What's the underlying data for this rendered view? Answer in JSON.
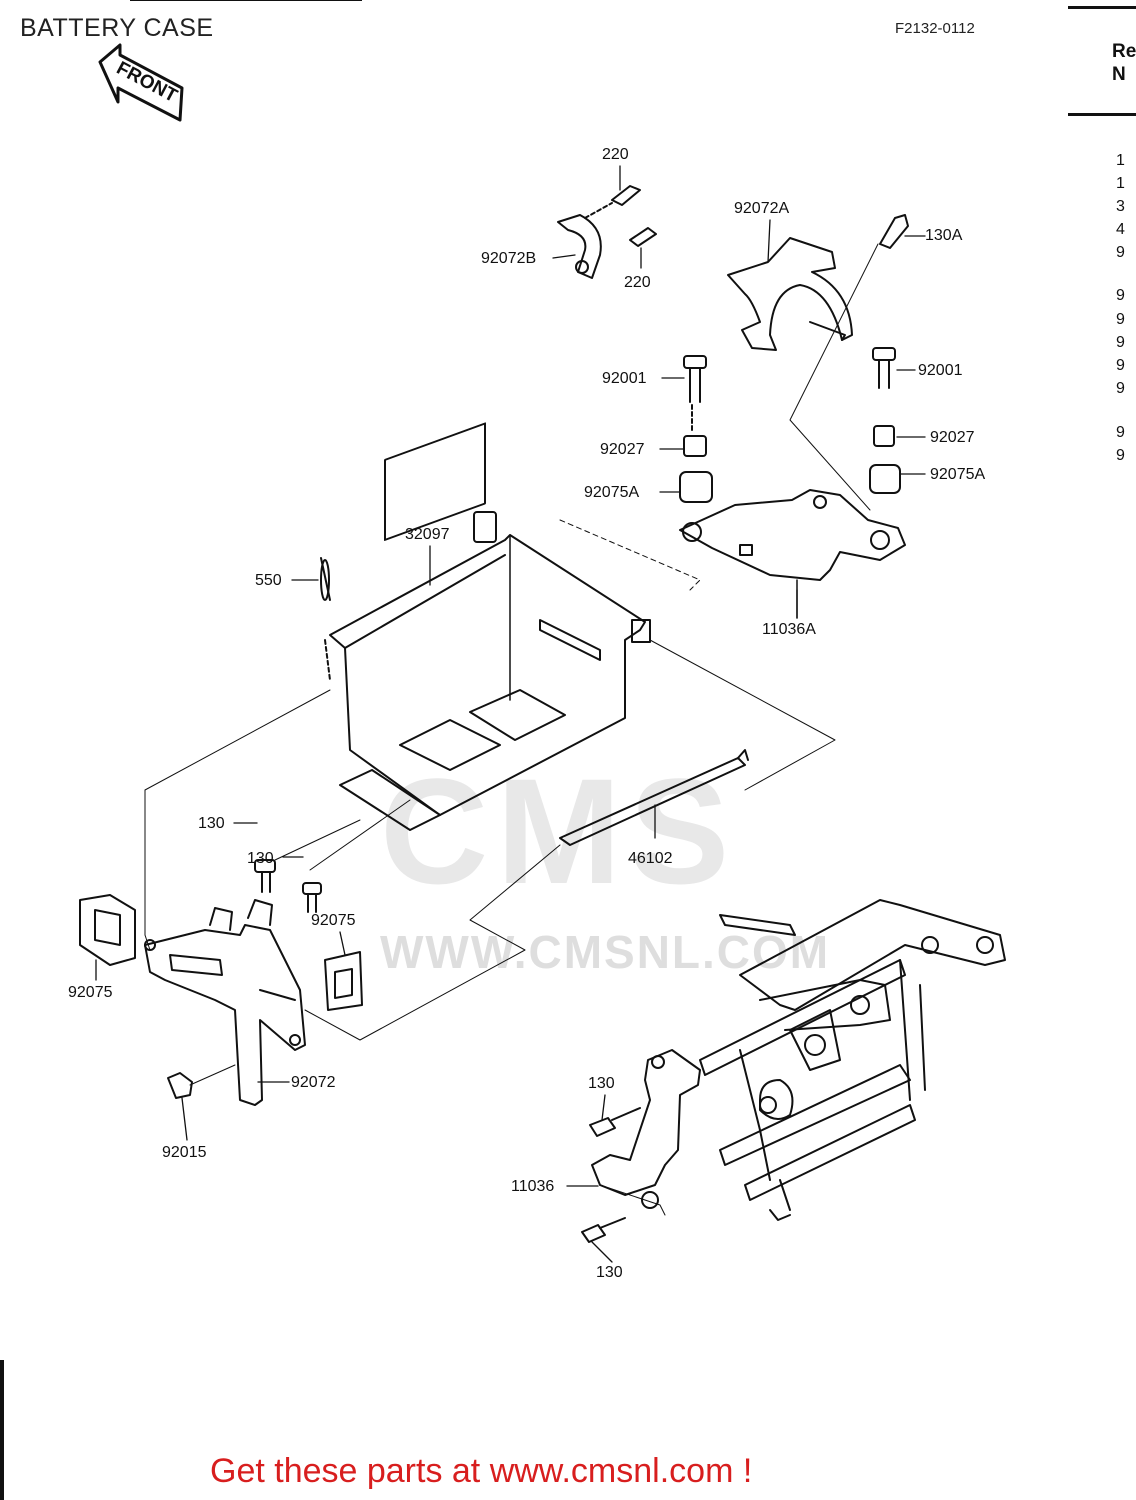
{
  "header": {
    "title": "BATTERY CASE",
    "figure_ref": "F2132-0112",
    "front_arrow_label": "FRONT"
  },
  "side_table": {
    "heading_lines": [
      "Re",
      "N"
    ],
    "row_fragments": [
      "1",
      "1",
      "3",
      "4",
      "9",
      "9",
      "9",
      "9",
      "9",
      "9",
      "9",
      "9"
    ]
  },
  "callouts": [
    {
      "id": "c220a",
      "label": "220"
    },
    {
      "id": "c92072b",
      "label": "92072B"
    },
    {
      "id": "c220b",
      "label": "220"
    },
    {
      "id": "c92072a",
      "label": "92072A"
    },
    {
      "id": "c130a",
      "label": "130A"
    },
    {
      "id": "c92001l",
      "label": "92001"
    },
    {
      "id": "c92001r",
      "label": "92001"
    },
    {
      "id": "c92027l",
      "label": "92027"
    },
    {
      "id": "c92027r",
      "label": "92027"
    },
    {
      "id": "c92075al",
      "label": "92075A"
    },
    {
      "id": "c92075ar",
      "label": "92075A"
    },
    {
      "id": "c32097",
      "label": "32097"
    },
    {
      "id": "c550",
      "label": "550"
    },
    {
      "id": "c11036a",
      "label": "11036A"
    },
    {
      "id": "c130l1",
      "label": "130"
    },
    {
      "id": "c130l2",
      "label": "130"
    },
    {
      "id": "c46102",
      "label": "46102"
    },
    {
      "id": "c92075r",
      "label": "92075"
    },
    {
      "id": "c92075l",
      "label": "92075"
    },
    {
      "id": "c92072",
      "label": "92072"
    },
    {
      "id": "c92015",
      "label": "92015"
    },
    {
      "id": "c130b1",
      "label": "130"
    },
    {
      "id": "c11036",
      "label": "11036"
    },
    {
      "id": "c130b2",
      "label": "130"
    }
  ],
  "watermark": {
    "logo": "CMS",
    "url": "WWW.CMSNL.COM"
  },
  "footer": {
    "text": "Get these parts at www.cmsnl.com !"
  },
  "colors": {
    "footer": "#d81e1e",
    "line": "#111111",
    "watermark": "#dedede"
  }
}
